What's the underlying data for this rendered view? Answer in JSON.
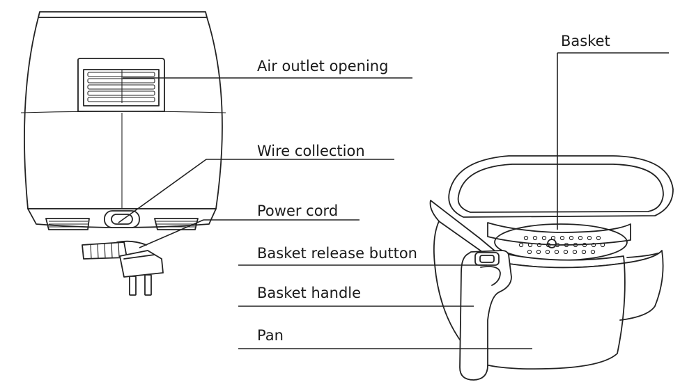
{
  "labels": {
    "air_outlet": "Air outlet opening",
    "wire_collection": "Wire collection",
    "power_cord": "Power cord",
    "basket": "Basket",
    "basket_release_button": "Basket release button",
    "basket_handle": "Basket handle",
    "pan": "Pan"
  }
}
